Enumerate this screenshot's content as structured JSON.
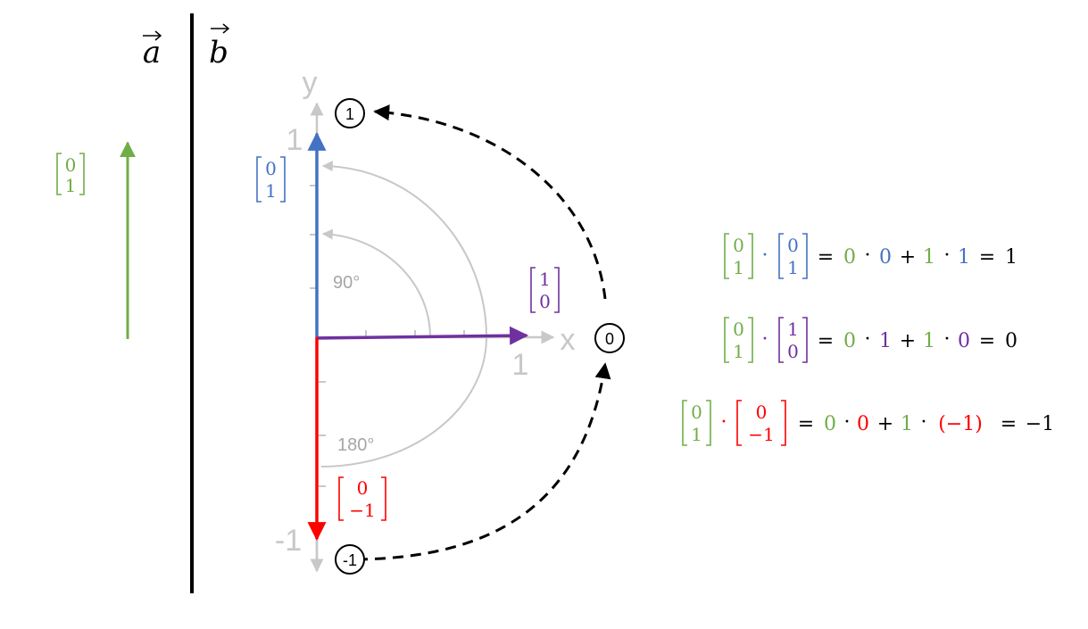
{
  "labels": {
    "vec_a": "a",
    "vec_b": "b",
    "axis_x": "x",
    "axis_y": "y",
    "tick_y_pos": "1",
    "tick_y_neg": "-1",
    "tick_x_pos": "1",
    "angle_90": "90°",
    "angle_180": "180°",
    "marker_pos": "1",
    "marker_zero": "0",
    "marker_neg": "-1"
  },
  "vectors": {
    "a": {
      "x": "0",
      "y": "1"
    },
    "b_up": {
      "x": "0",
      "y": "1"
    },
    "b_right": {
      "x": "1",
      "y": "0"
    },
    "b_down": {
      "x": "0",
      "y": "−1"
    }
  },
  "equations": [
    {
      "left": [
        "0",
        "1"
      ],
      "right": [
        "0",
        "1"
      ],
      "t1a": "0",
      "t1b": "0",
      "t2a": "1",
      "t2b": "1",
      "result": "1"
    },
    {
      "left": [
        "0",
        "1"
      ],
      "right": [
        "1",
        "0"
      ],
      "t1a": "0",
      "t1b": "1",
      "t2a": "1",
      "t2b": "0",
      "result": "0"
    },
    {
      "left": [
        "0",
        "1"
      ],
      "right": [
        "0",
        "−1"
      ],
      "t1a": "0",
      "t1b": "0",
      "t2a": "1",
      "t2b": "(−1)",
      "result": "−1"
    }
  ],
  "symbols": {
    "dot": "·",
    "equals": "=",
    "plus": "+"
  },
  "colors": {
    "green": "#70ad47",
    "blue": "#4472c4",
    "purple": "#7030a0",
    "red": "#ff0000",
    "gray": "#c8c8c8",
    "black": "#000000"
  }
}
